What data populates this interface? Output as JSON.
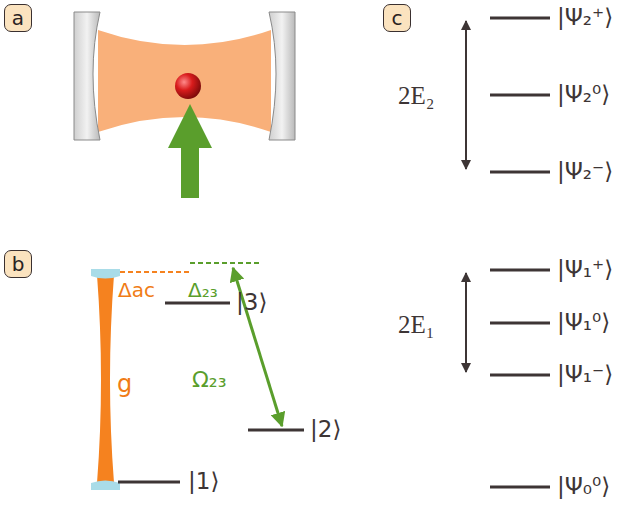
{
  "diagram": {
    "nodes": [
      {
        "text": [
          "a"
        ]
      },
      {
        "text": [
          "b"
        ]
      },
      {
        "text": [
          "c"
        ]
      }
    ],
    "labels": [
      "|Ψ₂⁺⟩",
      "|Ψ₂⁰⟩",
      "|Ψ₂⁻⟩",
      "2E₂",
      "|Ψ₁⁺⟩",
      "|Ψ₁⁰⟩",
      "|Ψ₁⁻⟩",
      "2E₁",
      "|Ψ₀⁰⟩",
      "Δac",
      "Δ₂₃",
      "|3⟩",
      "Ω₂₃",
      "g",
      "|2⟩",
      "|1⟩"
    ]
  }
}
